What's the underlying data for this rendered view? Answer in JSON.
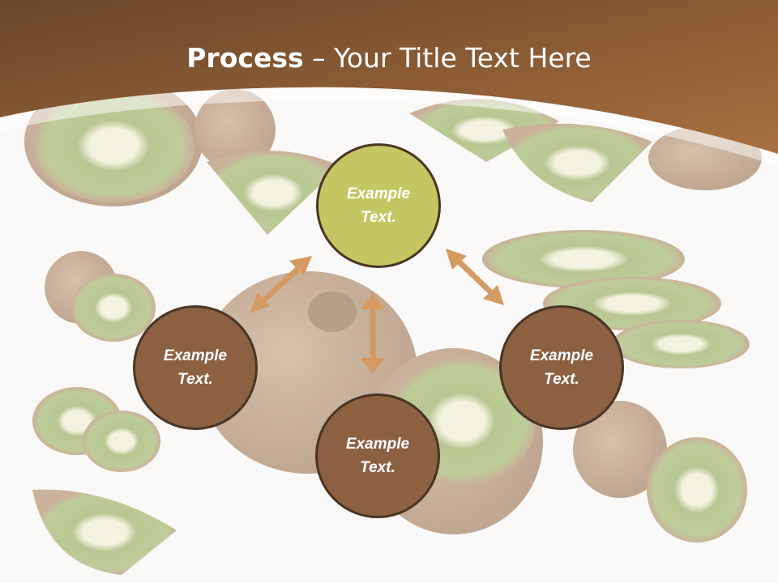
{
  "title": {
    "strong": "Process",
    "rest": " – Your Title Text Here"
  },
  "colors": {
    "header_dark": "#6a462a",
    "header_light": "#a0693f",
    "node_top_fill": "#c4c661",
    "node_fill": "#8b6142",
    "node_border": "#4a3524",
    "connector": "#d49a62"
  },
  "nodes": [
    {
      "id": "top",
      "label": "Example\nText."
    },
    {
      "id": "left",
      "label": "Example\nText."
    },
    {
      "id": "bottom",
      "label": "Example\nText."
    },
    {
      "id": "right",
      "label": "Example\nText."
    }
  ],
  "connectors": [
    {
      "from": "top",
      "to": "left",
      "icon": "double-arrow-icon"
    },
    {
      "from": "top",
      "to": "bottom",
      "icon": "double-arrow-icon"
    },
    {
      "from": "top",
      "to": "right",
      "icon": "double-arrow-icon"
    }
  ]
}
